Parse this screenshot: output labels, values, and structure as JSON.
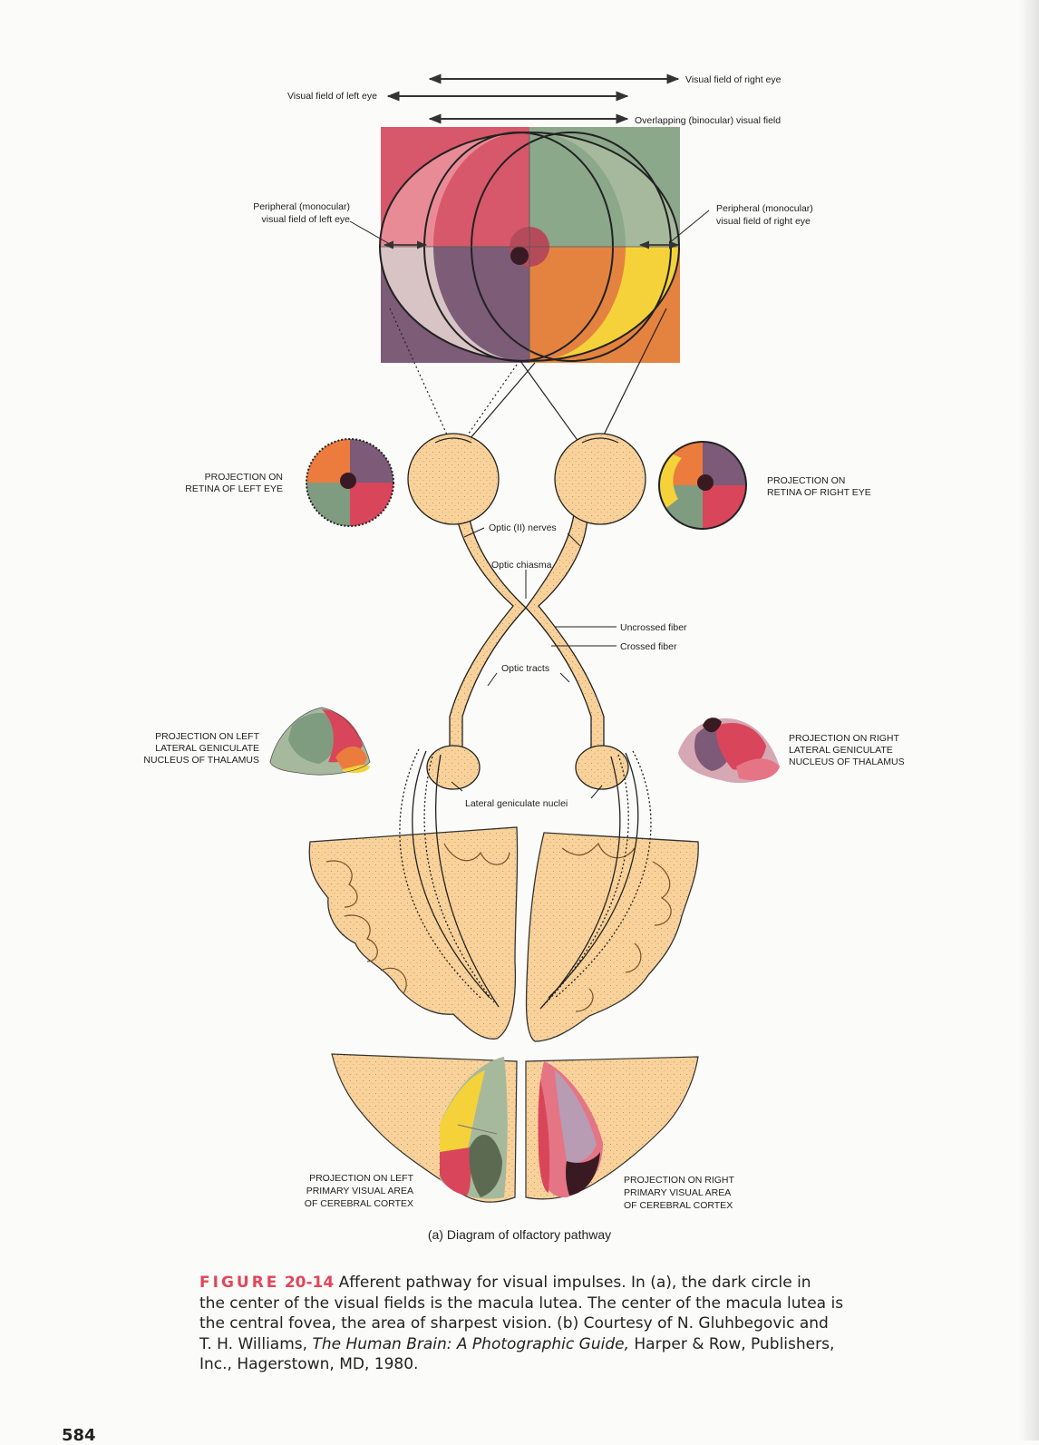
{
  "labels": {
    "vf_right": "Visual field of right eye",
    "vf_left": "Visual field of left eye",
    "overlap": "Overlapping (binocular) visual field",
    "periph_left_1": "Peripheral (monocular)",
    "periph_left_2": "visual field of left eye",
    "periph_right_1": "Peripheral (monocular)",
    "periph_right_2": "visual field of right eye",
    "proj_retina_left_1": "PROJECTION ON",
    "proj_retina_left_2": "RETINA OF LEFT EYE",
    "proj_retina_right_1": "PROJECTION ON",
    "proj_retina_right_2": "RETINA OF RIGHT EYE",
    "optic_nerves": "Optic (II) nerves",
    "optic_chiasma": "Optic chiasma",
    "uncrossed": "Uncrossed fiber",
    "crossed": "Crossed fiber",
    "optic_tracts": "Optic tracts",
    "lgn_left_1": "PROJECTION ON LEFT",
    "lgn_left_2": "LATERAL GENICULATE",
    "lgn_left_3": "NUCLEUS OF THALAMUS",
    "lgn_right_1": "PROJECTION ON RIGHT",
    "lgn_right_2": "LATERAL GENICULATE",
    "lgn_right_3": "NUCLEUS OF THALAMUS",
    "lgn": "Lateral geniculate nuclei",
    "cortex_left_1": "PROJECTION ON LEFT",
    "cortex_left_2": "PRIMARY VISUAL AREA",
    "cortex_left_3": "OF CEREBRAL CORTEX",
    "cortex_right_1": "PROJECTION ON RIGHT",
    "cortex_right_2": "PRIMARY VISUAL AREA",
    "cortex_right_3": "OF CEREBRAL CORTEX"
  },
  "subcaption": "(a) Diagram of olfactory pathway",
  "caption": {
    "figure_word": "FIGURE",
    "figure_number": "20-14",
    "line1": "Afferent pathway for visual impulses. In (a), the dark circle in",
    "line2": "the center of the visual fields is the macula lutea. The center of the macula lutea is",
    "line3": "the central fovea, the area of sharpest vision. (b) Courtesy of N. Gluhbegovic and",
    "line4_pre": "T. H. Williams,",
    "line4_title": "The Human Brain: A Photographic Guide,",
    "line4_post": "Harper & Row, Publishers,",
    "line5": "Inc., Hagerstown, MD, 1980."
  },
  "page_number": "584",
  "colors": {
    "red": "#d9455a",
    "pink": "#e57585",
    "green": "#7f9c80",
    "green_light": "#a6b99d",
    "purple": "#7c5a78",
    "mauve": "#cdb5b5",
    "orange": "#ec7b3e",
    "yellow": "#f5d23a",
    "tissue": "#f8d29a",
    "caption_red": "#e0465a"
  }
}
